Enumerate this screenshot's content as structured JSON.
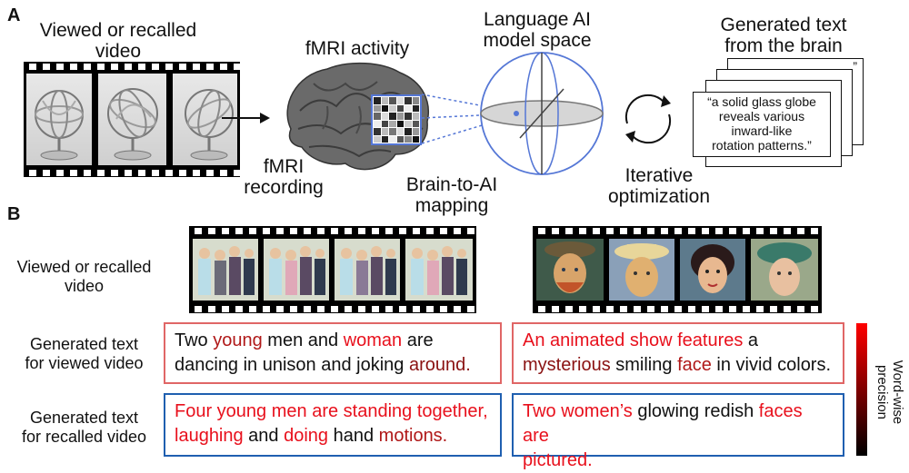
{
  "panel_a": {
    "letter": "A",
    "viewed_label_line1": "Viewed or recalled",
    "viewed_label_line2": "video",
    "fmri_activity_label": "fMRI activity",
    "fmri_recording_line1": "fMRI",
    "fmri_recording_line2": "recording",
    "language_line1": "Language AI",
    "language_line2": "model space",
    "mapping_line1": "Brain-to-AI",
    "mapping_line2": "mapping",
    "iterative_line1": "Iterative",
    "iterative_line2": "optimization",
    "generated_line1": "Generated text",
    "generated_line2": "from the brain",
    "card_text_lines": [
      "“a solid glass globe",
      "reveals various",
      "inward-like",
      "rotation patterns.”"
    ],
    "back_card_quote": "”"
  },
  "panel_b": {
    "letter": "B",
    "row1_label_line1": "Viewed or recalled",
    "row1_label_line2": "video",
    "row2_label_line1": "Generated text",
    "row2_label_line2": "for viewed video",
    "row3_label_line1": "Generated text",
    "row3_label_line2": "for recalled video",
    "colorbar_label_line1": "Word-wise",
    "colorbar_label_line2": "precision",
    "left_viewed": [
      {
        "t": "Two ",
        "c": "#111111"
      },
      {
        "t": "young",
        "c": "#b01818"
      },
      {
        "t": " men and ",
        "c": "#111111"
      },
      {
        "t": "woman",
        "c": "#e8101c"
      },
      {
        "t": " are",
        "c": "#111111"
      },
      {
        "t": "\n",
        "c": ""
      },
      {
        "t": "dancing in unison and joking ",
        "c": "#111111"
      },
      {
        "t": "around.",
        "c": "#8a1212"
      }
    ],
    "right_viewed": [
      {
        "t": "An animated show features",
        "c": "#e8101c"
      },
      {
        "t": " a",
        "c": "#111111"
      },
      {
        "t": "\n",
        "c": ""
      },
      {
        "t": "mysterious",
        "c": "#8a1212"
      },
      {
        "t": " smiling ",
        "c": "#111111"
      },
      {
        "t": "face",
        "c": "#b01818"
      },
      {
        "t": " in vivid colors.",
        "c": "#111111"
      }
    ],
    "left_recalled": [
      {
        "t": "Four young men are standing together,",
        "c": "#e8101c"
      },
      {
        "t": "\n",
        "c": ""
      },
      {
        "t": "laughing",
        "c": "#e8101c"
      },
      {
        "t": " and ",
        "c": "#111111"
      },
      {
        "t": "doing",
        "c": "#e8101c"
      },
      {
        "t": " hand ",
        "c": "#111111"
      },
      {
        "t": "motions.",
        "c": "#b01818"
      }
    ],
    "right_recalled": [
      {
        "t": "Two women’s",
        "c": "#e8101c"
      },
      {
        "t": " glowing redish ",
        "c": "#111111"
      },
      {
        "t": "faces are",
        "c": "#e8101c"
      },
      {
        "t": "\n",
        "c": ""
      },
      {
        "t": "pictured.",
        "c": "#e8101c"
      }
    ]
  },
  "colors": {
    "viewed_border": "#e06666",
    "recalled_border": "#1f5fb0",
    "sphere_line": "#5577d6",
    "high_precision": "#ff0000",
    "low_precision": "#000000"
  }
}
